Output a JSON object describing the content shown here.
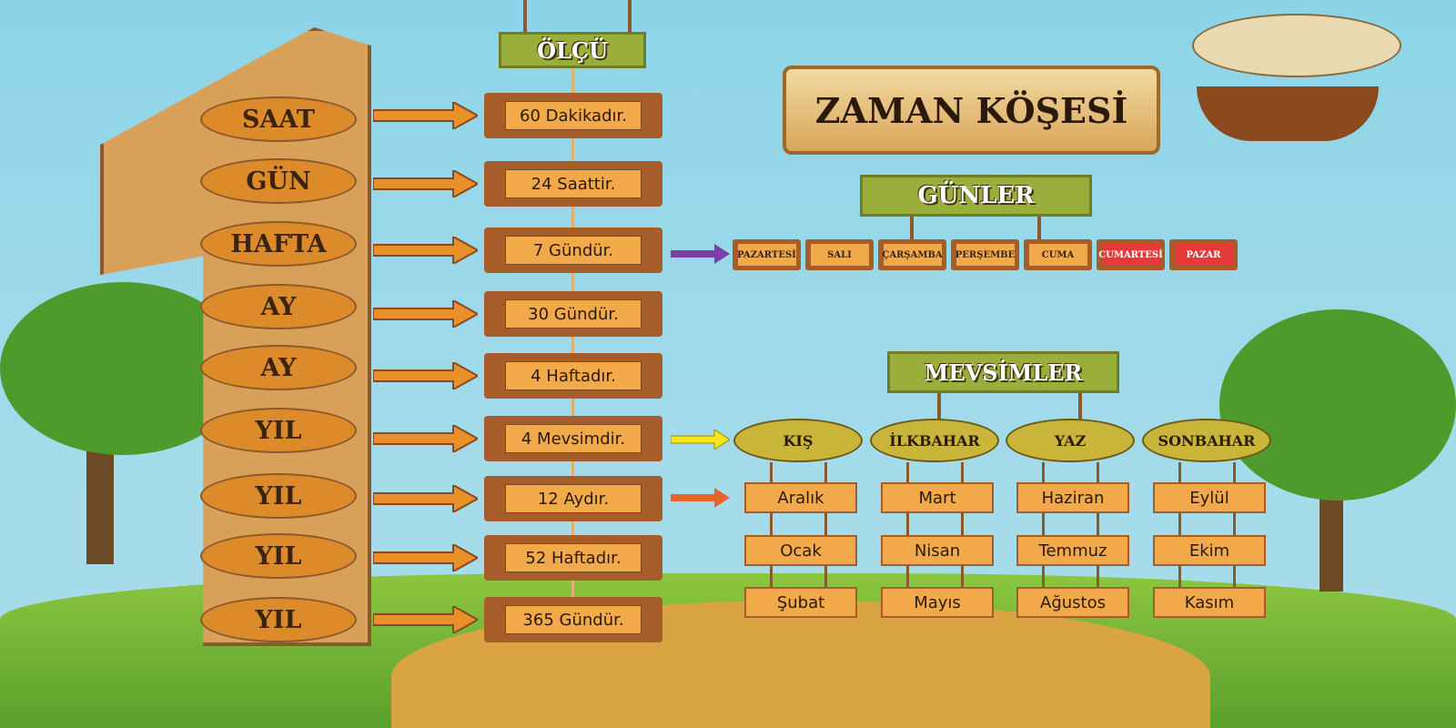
{
  "measure_header": "ÖLÇÜ",
  "title": "ZAMAN KÖŞESİ",
  "units": [
    {
      "unit": "SAAT",
      "equals": "60 Dakikadır."
    },
    {
      "unit": "GÜN",
      "equals": "24 Saattir."
    },
    {
      "unit": "HAFTA",
      "equals": "7 Gündür."
    },
    {
      "unit": "AY",
      "equals": "30 Gündür."
    },
    {
      "unit": "AY",
      "equals": "4 Haftadır."
    },
    {
      "unit": "YIL",
      "equals": "4 Mevsimdir."
    },
    {
      "unit": "YIL",
      "equals": "12 Aydır."
    },
    {
      "unit": "YIL",
      "equals": "52 Haftadır."
    },
    {
      "unit": "YIL",
      "equals": "365 Gündür."
    }
  ],
  "days_header": "GÜNLER",
  "days": [
    "PAZARTESİ",
    "SALI",
    "ÇARŞAMBA",
    "PERŞEMBE",
    "CUMA",
    "CUMARTESİ",
    "PAZAR"
  ],
  "seasons_header": "MEVSİMLER",
  "seasons": [
    {
      "name": "KIŞ",
      "months": [
        "Aralık",
        "Ocak",
        "Şubat"
      ]
    },
    {
      "name": "İLKBAHAR",
      "months": [
        "Mart",
        "Nisan",
        "Mayıs"
      ]
    },
    {
      "name": "YAZ",
      "months": [
        "Haziran",
        "Temmuz",
        "Ağustos"
      ]
    },
    {
      "name": "SONBAHAR",
      "months": [
        "Eylül",
        "Ekim",
        "Kasım"
      ]
    }
  ],
  "colors": {
    "sky": "#8dd4e8",
    "wood": "#f2a94a",
    "weekend": "#e63a3a",
    "season": "#c8b53a"
  }
}
